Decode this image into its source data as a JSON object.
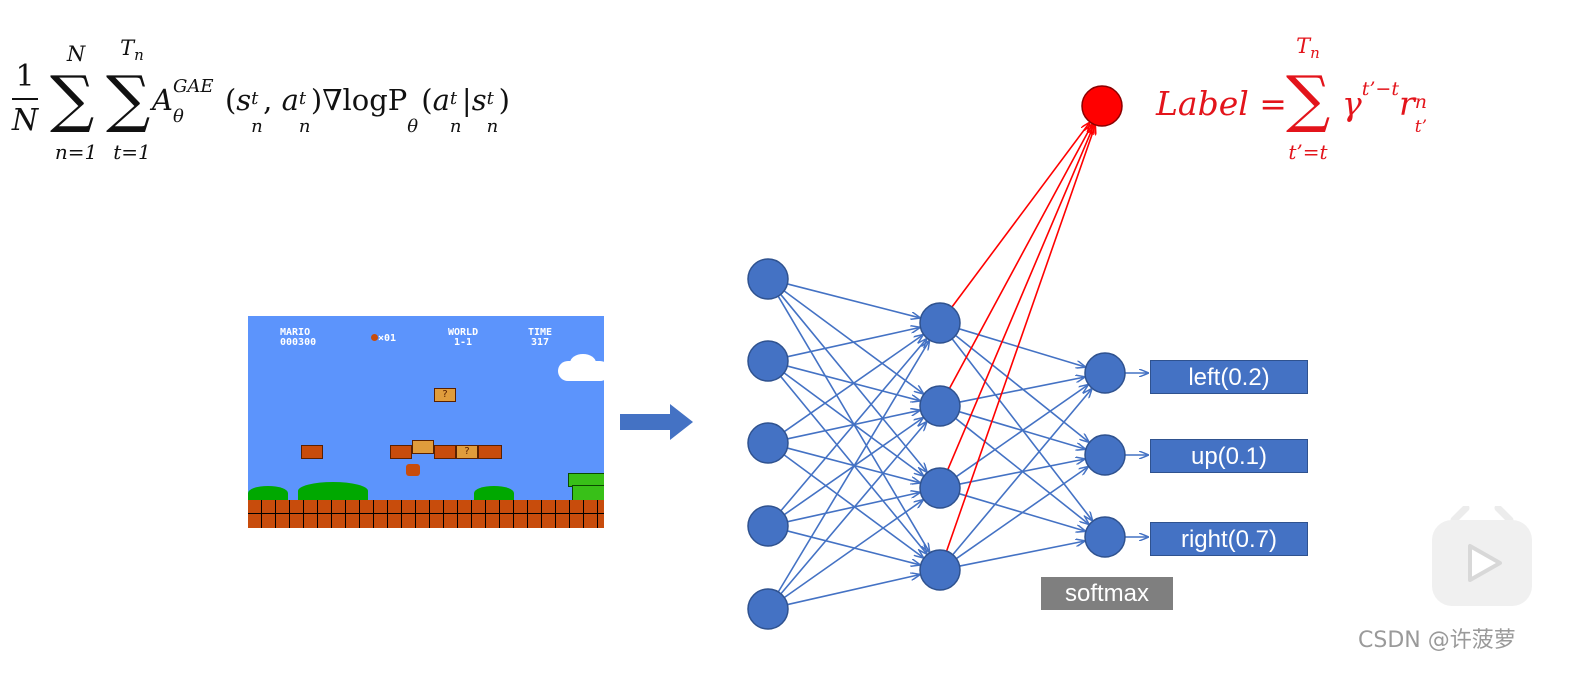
{
  "policy_gradient_formula": {
    "frac_num": "1",
    "frac_den": "N",
    "sum1_upper": "N",
    "sum1_lower": "n=1",
    "sum2_upper": "T",
    "sum2_upper_sub": "n",
    "sum2_lower": "t=1",
    "advantage": "A",
    "advantage_sub": "θ",
    "advantage_sup": "GAE",
    "args": "(s",
    "grad_log": "∇logP",
    "prob_sub": "θ"
  },
  "label_formula": {
    "lhs": "Label =",
    "sum_upper": "T",
    "sum_upper_sub": "n",
    "sum_lower": "t’=t",
    "gamma": "γ",
    "gamma_exp": "t’−t",
    "reward": "r",
    "reward_sup": "n",
    "reward_sub": "t’",
    "color": "#e3141b"
  },
  "game_screen": {
    "hud_mario": "MARIO",
    "hud_score": "000300",
    "hud_coins": "×01",
    "hud_world_label": "WORLD",
    "hud_world_value": "1-1",
    "hud_time_label": "TIME",
    "hud_time_value": "317",
    "question_mark": "?"
  },
  "network": {
    "node_color": "#4472c4",
    "value_node_color": "#ff0000",
    "layers": [
      5,
      4,
      3
    ]
  },
  "outputs": [
    {
      "label": "left(0.2)"
    },
    {
      "label": "up(0.1)"
    },
    {
      "label": "right(0.7)"
    }
  ],
  "softmax_label": "softmax",
  "watermark": "CSDN @许菠萝"
}
